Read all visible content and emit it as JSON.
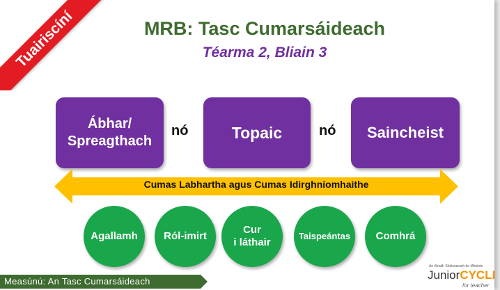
{
  "ribbon": {
    "label": "Tuairiscíní"
  },
  "header": {
    "title": "MRB: Tasc Cumarsáideach",
    "subtitle": "Téarma 2, Bliain 3"
  },
  "boxes": [
    {
      "line1": "Ábhar/",
      "line2": "Spreagthach"
    },
    {
      "line1": "Topaic"
    },
    {
      "line1": "Saincheist"
    }
  ],
  "connectors": [
    "nó",
    "nó"
  ],
  "arrow": {
    "label": "Cumas Labhartha agus Cumas Idirghníomhaithe",
    "color": "#ffc000"
  },
  "circles": [
    {
      "line1": "Agallamh"
    },
    {
      "line1": "Ról-imirt"
    },
    {
      "line1": "Cur",
      "line2": "i láthair"
    },
    {
      "line1": "Taispeántas"
    },
    {
      "line1": "Comhrá"
    }
  ],
  "footer": {
    "label": "Measúnú: An Tasc Cumarsáideach",
    "color": "#3e6b2f"
  },
  "brand": {
    "small": "An tSraith Shóisearach do Mhúinte",
    "junior": "Junior",
    "cycle": "CYCLE",
    "sub": "for teacher"
  },
  "colors": {
    "purple": "#7030a0",
    "green": "#1aa64b",
    "red": "#e31b23",
    "title_green": "#3e6b2f"
  }
}
